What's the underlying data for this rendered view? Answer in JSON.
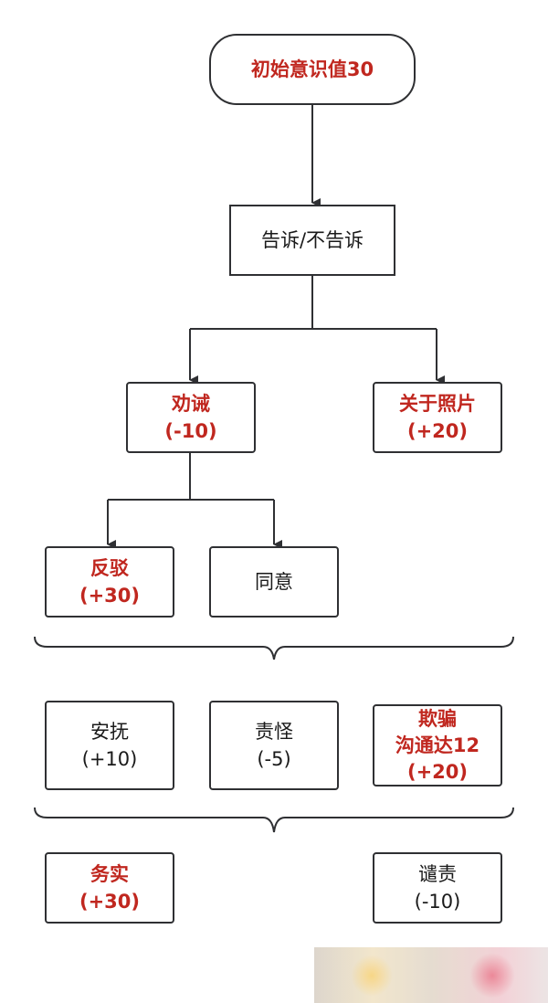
{
  "nodes": {
    "start": {
      "lines": [
        "初始意识值30"
      ]
    },
    "tell": {
      "lines": [
        "告诉/不告诉"
      ]
    },
    "persuade": {
      "lines": [
        "劝诫",
        "(-10)"
      ]
    },
    "about_photo": {
      "lines": [
        "关于照片",
        "(+20)"
      ]
    },
    "refute": {
      "lines": [
        "反驳",
        "(+30)"
      ]
    },
    "agree": {
      "lines": [
        "同意"
      ]
    },
    "comfort": {
      "lines": [
        "安抚",
        "(+10)"
      ]
    },
    "blame": {
      "lines": [
        "责怪",
        "(-5)"
      ]
    },
    "deceive": {
      "lines": [
        "欺骗",
        "沟通达12",
        "(+20)"
      ]
    },
    "pragmatic": {
      "lines": [
        "务实",
        "(+30)"
      ]
    },
    "condemn": {
      "lines": [
        "谴责",
        "(-10)"
      ]
    }
  },
  "colors": {
    "highlight_text": "#c0271f",
    "normal_text": "#1a1a1a",
    "stroke": "#2f3033"
  }
}
